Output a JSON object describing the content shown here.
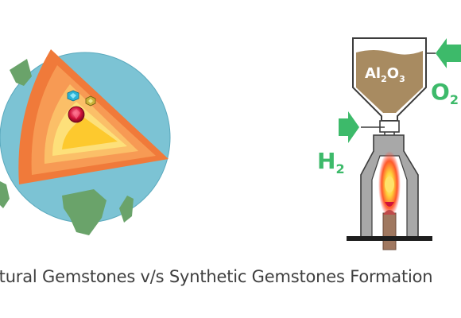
{
  "caption": "atural Gemstones v/s Synthetic Gemstones Formation",
  "furnace": {
    "hopper_label_main": "Al",
    "hopper_label_sub1": "2",
    "hopper_label_mid": "O",
    "hopper_label_sub2": "3",
    "gas_top_main": "O",
    "gas_top_sub": "2",
    "gas_left_main": "H",
    "gas_left_sub": "2"
  },
  "colors": {
    "ocean": "#7cc3d4",
    "land": "#6aa36a",
    "crust": "#f07a3a",
    "mantle_outer": "#f79a54",
    "mantle_inner": "#fbbf68",
    "core_outer": "#fde07a",
    "core_inner": "#fdc92e",
    "arrow_green": "#3dba6a",
    "hopper_powder": "#a88b61",
    "furnace_metal": "#a8a8a8",
    "flame": "#ff3b2f",
    "ruby_boule": "#a07860"
  },
  "icons": {
    "gem_1": "blue-gem-icon",
    "gem_2": "yellow-gem-icon",
    "gem_3": "red-gem-icon"
  }
}
